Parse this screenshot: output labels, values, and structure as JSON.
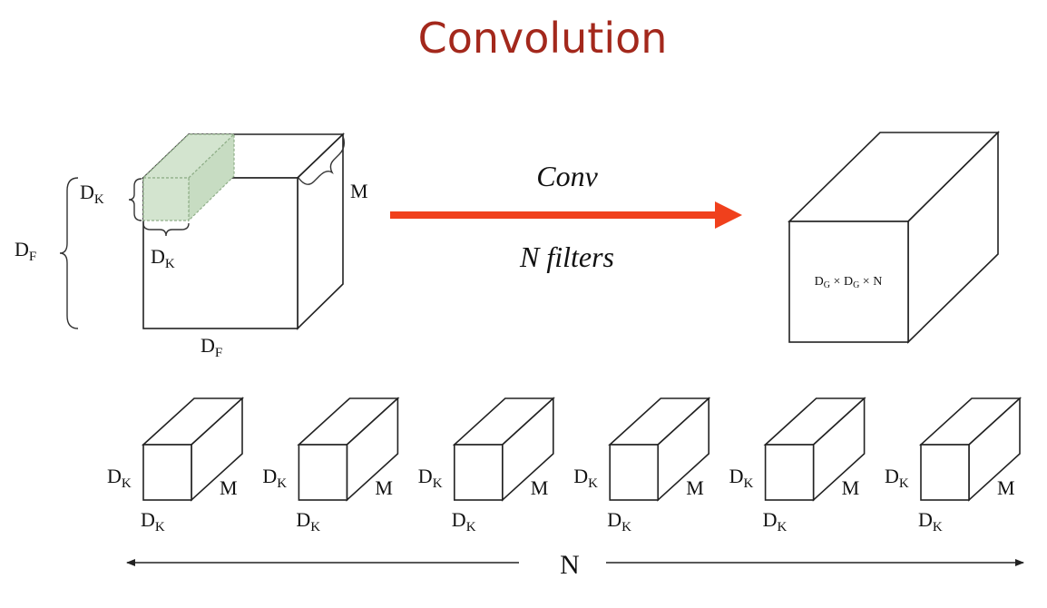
{
  "title": "Convolution",
  "input": {
    "dk_letter": "D",
    "dk_sub": "K",
    "df_letter": "D",
    "df_sub": "F",
    "m_label": "M"
  },
  "operation": {
    "top_label": "Conv",
    "bottom_label": "N filters",
    "arrow_color": "#f0401c"
  },
  "output": {
    "label_a_letter": "D",
    "label_a_sub": "G",
    "label_b_letter": "D",
    "label_b_sub": "G",
    "label_n": "N",
    "times": "×"
  },
  "filters": {
    "count": 6,
    "dk_letter": "D",
    "dk_sub": "K",
    "m_label": "M"
  },
  "n_axis": {
    "label": "N"
  },
  "colors": {
    "highlight_fill": "#d3e4cf",
    "highlight_stroke": "#8fae88"
  }
}
